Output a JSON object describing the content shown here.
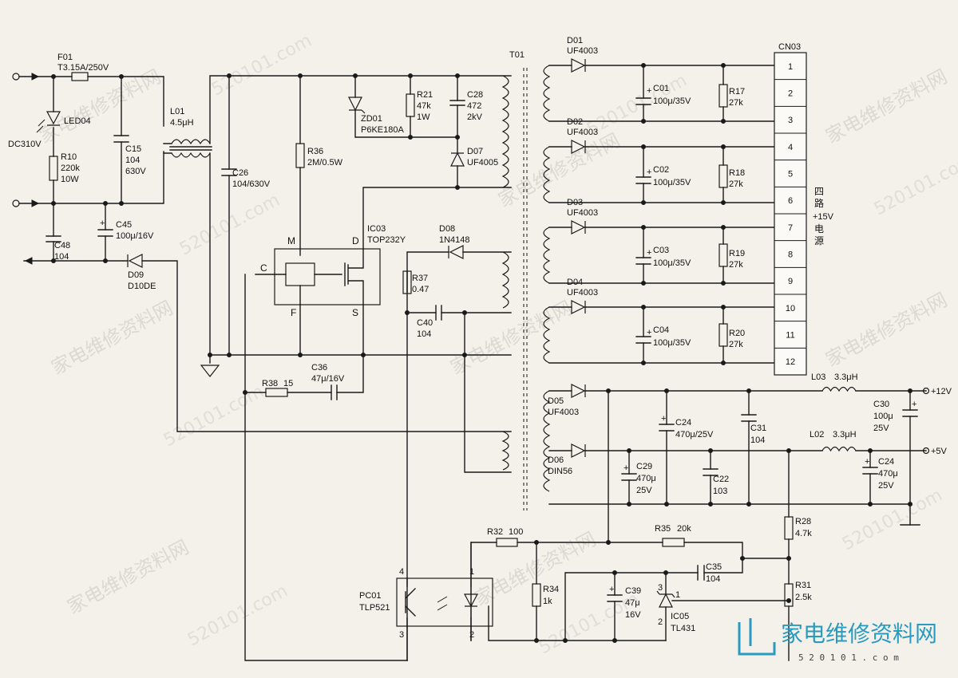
{
  "input": {
    "voltage": "DC310V"
  },
  "fuse": {
    "ref": "F01",
    "value": "T3.15A/250V"
  },
  "led": {
    "ref": "LED04"
  },
  "r10": {
    "ref": "R10",
    "value": "220k",
    "power": "10W"
  },
  "c15": {
    "ref": "C15",
    "value": "104",
    "voltage": "630V"
  },
  "l01": {
    "ref": "L01",
    "value": "4.5μH"
  },
  "c26": {
    "ref": "C26",
    "value": "104/630V"
  },
  "c45": {
    "ref": "C45",
    "value": "100μ/16V"
  },
  "c48": {
    "ref": "C48",
    "value": "104"
  },
  "d09": {
    "ref": "D09",
    "value": "D10DE"
  },
  "r36": {
    "ref": "R36",
    "value": "2M/0.5W"
  },
  "zd01": {
    "ref": "ZD01",
    "value": "P6KE180A"
  },
  "r21": {
    "ref": "R21",
    "value": "47k",
    "power": "1W"
  },
  "c28": {
    "ref": "C28",
    "value": "472",
    "voltage": "2kV"
  },
  "d07": {
    "ref": "D07",
    "value": "UF4005"
  },
  "t01": {
    "ref": "T01"
  },
  "ic03": {
    "ref": "IC03",
    "value": "TOP232Y",
    "pins": [
      "M",
      "D",
      "C",
      "F",
      "S"
    ]
  },
  "d08": {
    "ref": "D08",
    "value": "1N4148"
  },
  "r37": {
    "ref": "R37",
    "value": "0.47"
  },
  "c40": {
    "ref": "C40",
    "value": "104"
  },
  "c36": {
    "ref": "C36",
    "value": "47μ/16V"
  },
  "r38": {
    "ref": "R38",
    "value": "15"
  },
  "outputs": [
    {
      "diode": "D01",
      "dval": "UF4003",
      "cap": "C01",
      "cval": "100μ/35V",
      "res": "R17",
      "rval": "27k"
    },
    {
      "diode": "D02",
      "dval": "UF4003",
      "cap": "C02",
      "cval": "100μ/35V",
      "res": "R18",
      "rval": "27k"
    },
    {
      "diode": "D03",
      "dval": "UF4003",
      "cap": "C03",
      "cval": "100μ/35V",
      "res": "R19",
      "rval": "27k"
    },
    {
      "diode": "D04",
      "dval": "UF4003",
      "cap": "C04",
      "cval": "100μ/35V",
      "res": "R20",
      "rval": "27k"
    }
  ],
  "connector": {
    "ref": "CN03",
    "pins": [
      "1",
      "2",
      "3",
      "4",
      "5",
      "6",
      "7",
      "8",
      "9",
      "10",
      "11",
      "12"
    ]
  },
  "power_label": {
    "line1": "四",
    "line2": "路",
    "line3": "+15V",
    "line4": "电",
    "line5": "源"
  },
  "d05": {
    "ref": "D05",
    "value": "UF4003"
  },
  "d06": {
    "ref": "D06",
    "value": "DIN56"
  },
  "c24a": {
    "ref": "C24",
    "value": "470μ/25V"
  },
  "c31": {
    "ref": "C31",
    "value": "104"
  },
  "l03": {
    "ref": "L03",
    "value": "3.3μH"
  },
  "c30": {
    "ref": "C30",
    "value": "100μ",
    "voltage": "25V"
  },
  "rail12": {
    "label": "+12V"
  },
  "l02": {
    "ref": "L02",
    "value": "3.3μH"
  },
  "rail5": {
    "label": "+5V"
  },
  "c29": {
    "ref": "C29",
    "value": "470μ",
    "voltage": "25V"
  },
  "c22": {
    "ref": "C22",
    "value": "103"
  },
  "c24b": {
    "ref": "C24",
    "value": "470μ",
    "voltage": "25V"
  },
  "r28": {
    "ref": "R28",
    "value": "4.7k"
  },
  "r31": {
    "ref": "R31",
    "value": "2.5k"
  },
  "r32": {
    "ref": "R32",
    "value": "100"
  },
  "r35": {
    "ref": "R35",
    "value": "20k"
  },
  "c35": {
    "ref": "C35",
    "value": "104"
  },
  "r34": {
    "ref": "R34",
    "value": "1k"
  },
  "c39": {
    "ref": "C39",
    "value": "47μ",
    "voltage": "16V"
  },
  "ic05": {
    "ref": "IC05",
    "value": "TL431",
    "pins": [
      "3",
      "1",
      "2"
    ]
  },
  "pc01": {
    "ref": "PC01",
    "value": "TLP521",
    "pins": [
      "4",
      "1",
      "3",
      "2"
    ]
  },
  "watermark": {
    "cn": "家电维修资料网",
    "url": "520101.com"
  },
  "logo": {
    "text": "家电维修资料网",
    "url": "5 2 0 1 0 1 . c o m"
  }
}
